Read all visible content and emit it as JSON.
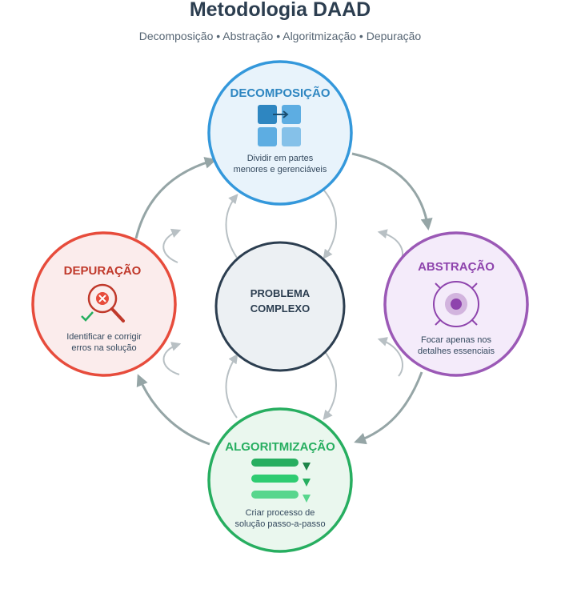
{
  "title": "Metodologia DAAD",
  "subtitle": "Decomposição • Abstração • Algoritmização • Depuração",
  "center": {
    "line1": "PROBLEMA",
    "line2": "COMPLEXO"
  },
  "nodes": {
    "decomposicao": {
      "title": "DECOMPOSIÇÃO",
      "desc1": "Dividir em partes",
      "desc2": "menores e gerenciáveis",
      "icon": "grid-blocks-icon",
      "color": "#2e86c1",
      "fill": "#e8f3fb"
    },
    "abstracao": {
      "title": "ABSTRAÇÃO",
      "desc1": "Focar apenas nos",
      "desc2": "detalhes essenciais",
      "icon": "target-focus-icon",
      "color": "#8e44ad",
      "fill": "#f4ebfa"
    },
    "algoritmizacao": {
      "title": "ALGORITMIZAÇÃO",
      "desc1": "Criar processo de",
      "desc2": "solução passo-a-passo",
      "icon": "steps-list-icon",
      "color": "#27ae60",
      "fill": "#eaf7ee"
    },
    "depuracao": {
      "title": "DEPURAÇÃO",
      "desc1": "Identificar e corrigir",
      "desc2": "erros na solução",
      "icon": "magnifier-bug-icon",
      "color": "#c0392b",
      "fill": "#fbecec"
    }
  }
}
